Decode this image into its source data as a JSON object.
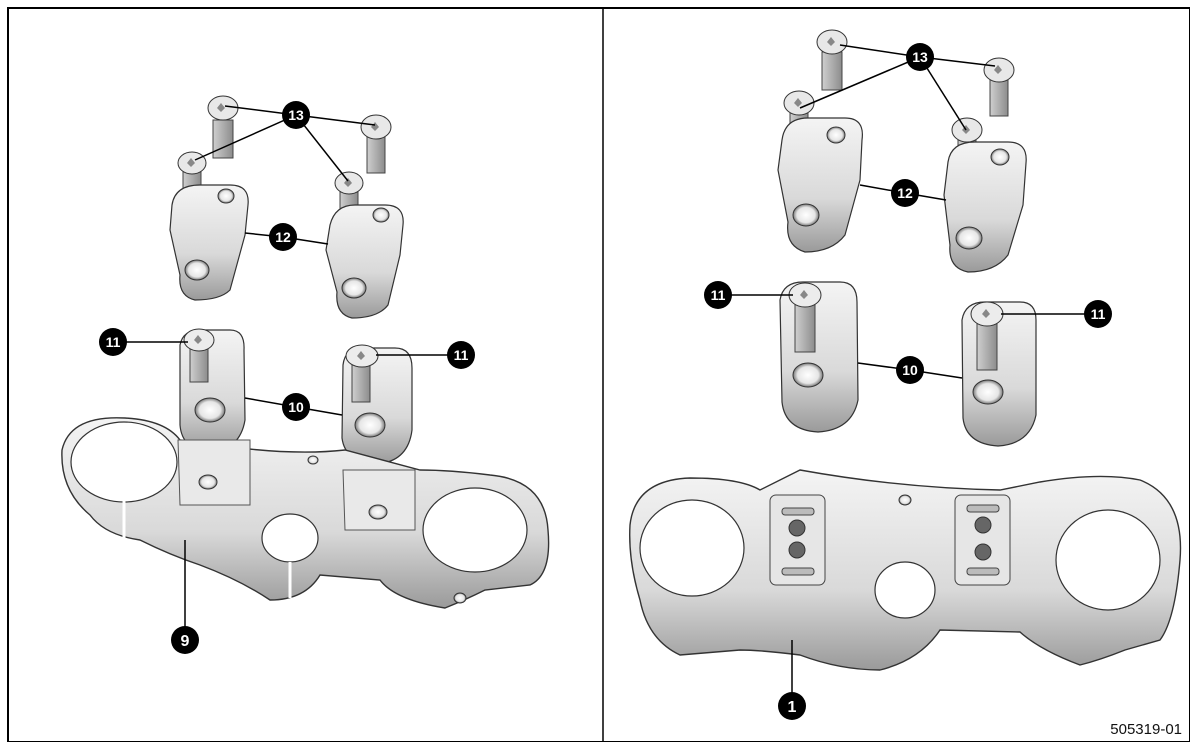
{
  "figure": {
    "id": "505319-01",
    "panel_left_callouts": [
      "13",
      "12",
      "11",
      "11",
      "10",
      "9"
    ],
    "panel_right_callouts": [
      "13",
      "12",
      "11",
      "11",
      "10",
      "1"
    ]
  }
}
